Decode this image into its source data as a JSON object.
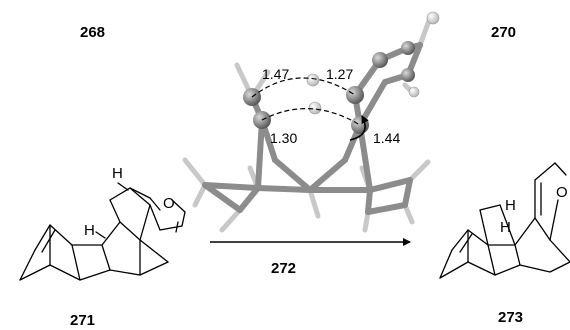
{
  "labels": {
    "c268": "268",
    "c270": "270",
    "c271": "271",
    "c272": "272",
    "c273": "273"
  },
  "atoms": {
    "h": "H",
    "o": "O"
  },
  "distances": {
    "d1": "1.47",
    "d2": "1.27",
    "d3": "1.30",
    "d4": "1.44"
  }
}
